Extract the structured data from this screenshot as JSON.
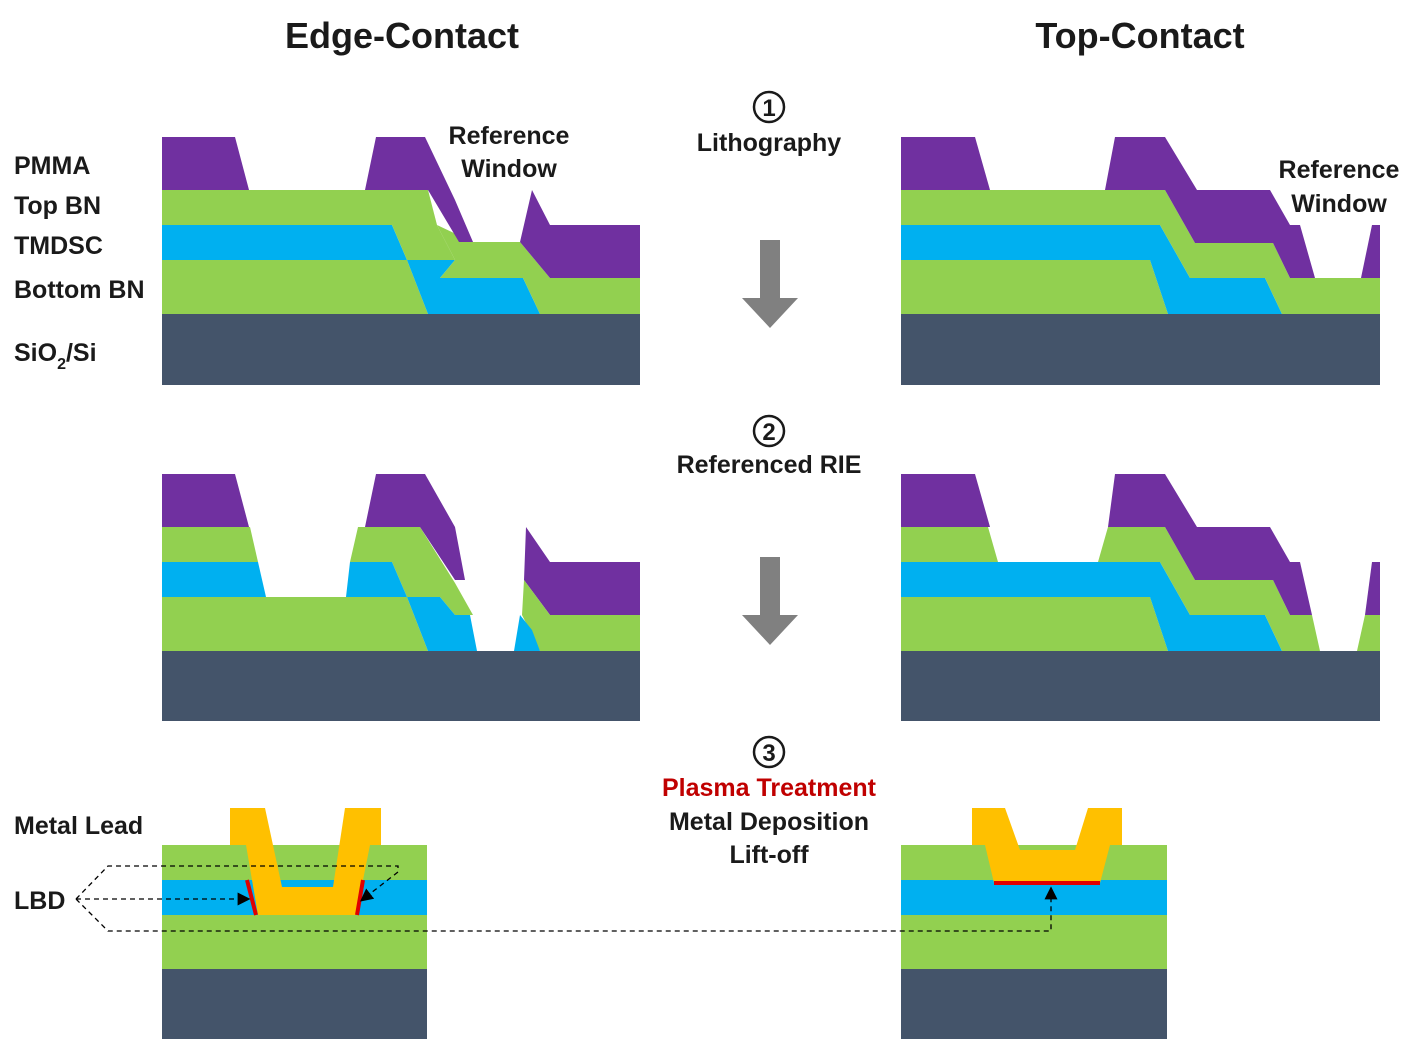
{
  "titles": {
    "left": "Edge-Contact",
    "right": "Top-Contact"
  },
  "layer_labels": {
    "pmma": "PMMA",
    "top_bn": "Top BN",
    "tmdsc": "TMDSC",
    "bottom_bn": "Bottom BN",
    "substrate_main": "SiO",
    "substrate_sub": "2",
    "substrate_tail": "/Si",
    "metal_lead": "Metal Lead",
    "lbd": "LBD"
  },
  "annotations": {
    "reference_line1": "Reference",
    "reference_line2": "Window"
  },
  "steps": [
    {
      "number": "1",
      "lines": [
        "Lithography"
      ]
    },
    {
      "number": "2",
      "lines": [
        "Referenced RIE"
      ]
    },
    {
      "number": "3",
      "highlight": "Plasma Treatment",
      "lines": [
        "Metal Deposition",
        "Lift-off"
      ]
    }
  ],
  "colors": {
    "pmma": "#7030a0",
    "bn": "#92d050",
    "tmdsc": "#00b0f0",
    "substrate": "#44546a",
    "metal": "#ffc000",
    "lbd": "#e00000",
    "arrow": "#808080",
    "highlight_text": "#c00000"
  }
}
